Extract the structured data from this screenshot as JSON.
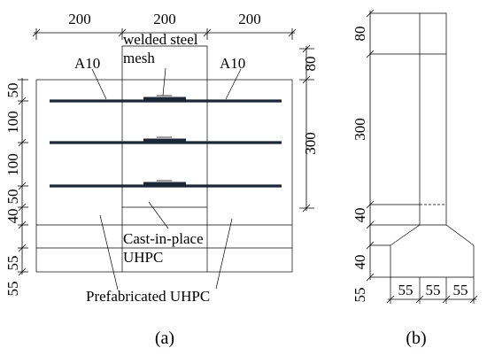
{
  "diagram": {
    "a": {
      "top_dims": [
        "200",
        "200",
        "200"
      ],
      "right_dims": [
        "80",
        "300"
      ],
      "left_dims": [
        "50",
        "100",
        "100",
        "50",
        "40",
        "55",
        "55"
      ],
      "labels": {
        "a10_left": "A10",
        "a10_right": "A10",
        "mesh_line1": "welded steel",
        "mesh_line2": "mesh",
        "cast_line1": "Cast-in-place",
        "cast_line2": "UHPC",
        "prefab": "Prefabricated UHPC"
      },
      "caption": "(a)"
    },
    "b": {
      "left_dims": [
        "80",
        "300",
        "40",
        "40",
        "55"
      ],
      "bottom_dims": [
        "55",
        "55",
        "55"
      ],
      "caption": "(b)"
    }
  }
}
